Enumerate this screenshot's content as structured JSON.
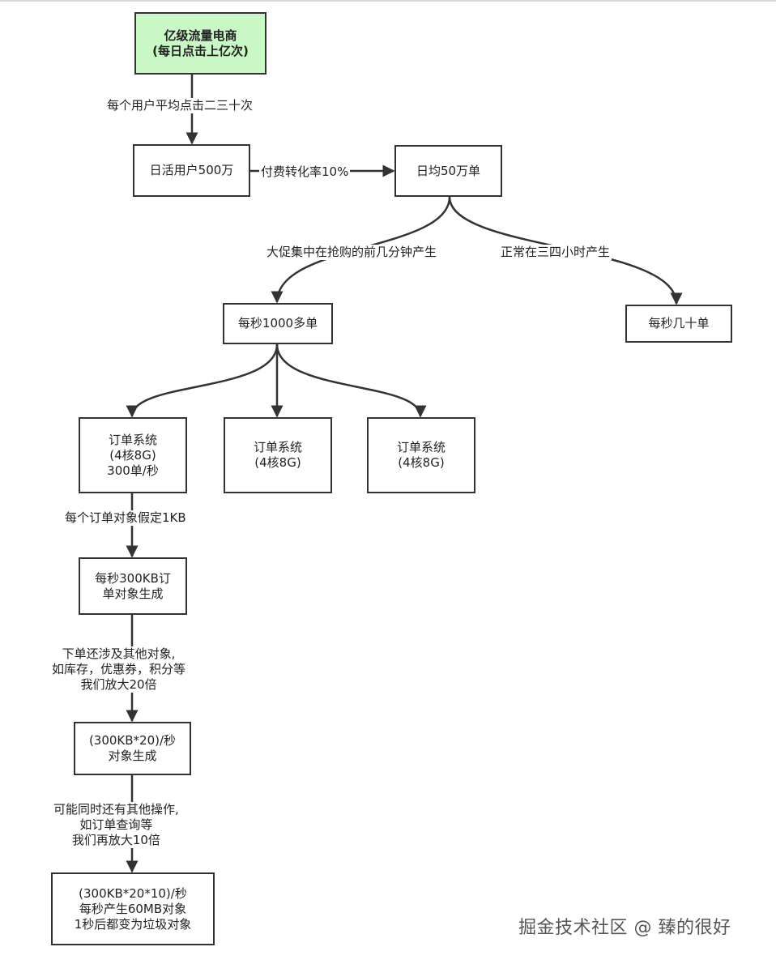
{
  "nodes": {
    "root": "亿级流量电商\n(每日点击上亿次)",
    "dau": "日活用户500万",
    "daily_orders": "日均50万单",
    "peak_per_sec": "每秒1000多单",
    "normal_per_sec": "每秒几十单",
    "order_sys_1": "订单系统\n(4核8G)\n300单/秒",
    "order_sys_2": "订单系统\n(4核8G)",
    "order_sys_3": "订单系统\n(4核8G)",
    "obj_300kb": "每秒300KB订\n单对象生成",
    "obj_x20": "(300KB*20)/秒\n对象生成",
    "obj_final": "(300KB*20*10)/秒\n每秒产生60MB对象\n1秒后都变为垃圾对象"
  },
  "edges": {
    "clicks_per_user": "每个用户平均点击二三十次",
    "conversion": "付费转化率10%",
    "promo": "大促集中在抢购的前几分钟产生",
    "normal": "正常在三四小时产生",
    "obj_size": "每个订单对象假定1KB",
    "amplify_20": "下单还涉及其他对象,\n如库存，优惠券，积分等\n我们放大20倍",
    "amplify_10": "可能同时还有其他操作,\n如订单查询等\n我们再放大10倍"
  },
  "watermark": "掘金技术社区 @ 臻的很好",
  "colors": {
    "root_fill": "#c9f7c6",
    "stroke": "#333333"
  }
}
